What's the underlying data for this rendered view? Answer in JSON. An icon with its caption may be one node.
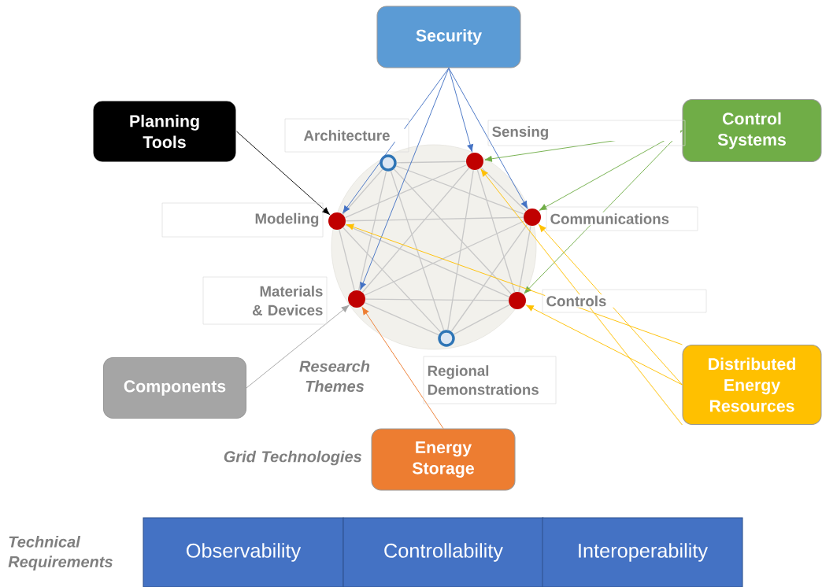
{
  "diagram": {
    "nodes": [
      {
        "text": [
          "Security"
        ]
      },
      {
        "text": [
          "Planning Tools"
        ]
      },
      {
        "text": [
          "Control Systems"
        ]
      },
      {
        "text": [],
        "shape": "circle"
      },
      {
        "text": [],
        "shape": "ring",
        "in": 3,
        "beside": [
          "Architecture"
        ]
      },
      {
        "text": [],
        "shape": "circle",
        "in": 3,
        "beside": [
          "Sensing"
        ]
      },
      {
        "text": [],
        "shape": "circle",
        "in": 3,
        "beside": [
          "Modeling"
        ]
      },
      {
        "text": [],
        "shape": "circle",
        "in": 3,
        "beside": [
          "Communications"
        ]
      },
      {
        "text": [],
        "shape": "circle",
        "in": 3,
        "beside": [
          "Materials & Devices"
        ]
      },
      {
        "text": [],
        "shape": "circle",
        "in": 3,
        "beside": [
          "Controls"
        ]
      },
      {
        "text": [],
        "shape": "ring",
        "in": 3,
        "beside": [
          "Regional Demonstrations"
        ]
      },
      {
        "text": [
          "Components"
        ]
      },
      {
        "text": [
          "Distributed Energy Resources"
        ]
      },
      {
        "text": [
          "Energy Storage"
        ]
      },
      {
        "text": [
          "Observability"
        ]
      },
      {
        "text": [
          "Controllability"
        ]
      },
      {
        "text": [
          "Interoperability"
        ]
      }
    ],
    "edges": [
      {
        "from": 4,
        "to": 5,
        "arrow": "none"
      },
      {
        "from": 4,
        "to": 6,
        "arrow": "none"
      },
      {
        "from": 4,
        "to": 7,
        "arrow": "none"
      },
      {
        "from": 4,
        "to": 8,
        "arrow": "none"
      },
      {
        "from": 4,
        "to": 9,
        "arrow": "none"
      },
      {
        "from": 4,
        "to": 10,
        "arrow": "none"
      },
      {
        "from": 5,
        "to": 6,
        "arrow": "none"
      },
      {
        "from": 5,
        "to": 7,
        "arrow": "none"
      },
      {
        "from": 5,
        "to": 8,
        "arrow": "none"
      },
      {
        "from": 5,
        "to": 9,
        "arrow": "none"
      },
      {
        "from": 5,
        "to": 10,
        "arrow": "none"
      },
      {
        "from": 6,
        "to": 7,
        "arrow": "none"
      },
      {
        "from": 6,
        "to": 8,
        "arrow": "none"
      },
      {
        "from": 6,
        "to": 9,
        "arrow": "none"
      },
      {
        "from": 6,
        "to": 10,
        "arrow": "none"
      },
      {
        "from": 7,
        "to": 8,
        "arrow": "none"
      },
      {
        "from": 7,
        "to": 9,
        "arrow": "none"
      },
      {
        "from": 7,
        "to": 10,
        "arrow": "none"
      },
      {
        "from": 8,
        "to": 9,
        "arrow": "none"
      },
      {
        "from": 8,
        "to": 10,
        "arrow": "none"
      },
      {
        "from": 9,
        "to": 10,
        "arrow": "none"
      },
      {
        "from": 0,
        "to": 6,
        "arrow": "to",
        "color": "#4472c4"
      },
      {
        "from": 0,
        "to": 8,
        "arrow": "to",
        "color": "#4472c4"
      },
      {
        "from": 0,
        "to": 5,
        "arrow": "to",
        "color": "#4472c4"
      },
      {
        "from": 0,
        "to": 7,
        "arrow": "to",
        "color": "#4472c4"
      },
      {
        "from": 1,
        "to": 6,
        "arrow": "to",
        "color": "#000000"
      },
      {
        "from": 2,
        "to": 5,
        "arrow": "to",
        "color": "#70ad47"
      },
      {
        "from": 2,
        "to": 7,
        "arrow": "to",
        "color": "#70ad47"
      },
      {
        "from": 2,
        "to": 9,
        "arrow": "to",
        "color": "#70ad47"
      },
      {
        "from": 12,
        "to": 5,
        "arrow": "to",
        "color": "#ffc000"
      },
      {
        "from": 12,
        "to": 7,
        "arrow": "to",
        "color": "#ffc000"
      },
      {
        "from": 12,
        "to": 6,
        "arrow": "to",
        "color": "#ffc000"
      },
      {
        "from": 12,
        "to": 9,
        "arrow": "to",
        "color": "#ffc000"
      },
      {
        "from": 11,
        "to": 8,
        "arrow": "to",
        "color": "#a5a5a5"
      },
      {
        "from": 13,
        "to": 8,
        "arrow": "to",
        "color": "#ed7d31"
      }
    ],
    "labels": [
      "Research Themes",
      "Grid Technologies",
      "Technical Requirements"
    ]
  }
}
